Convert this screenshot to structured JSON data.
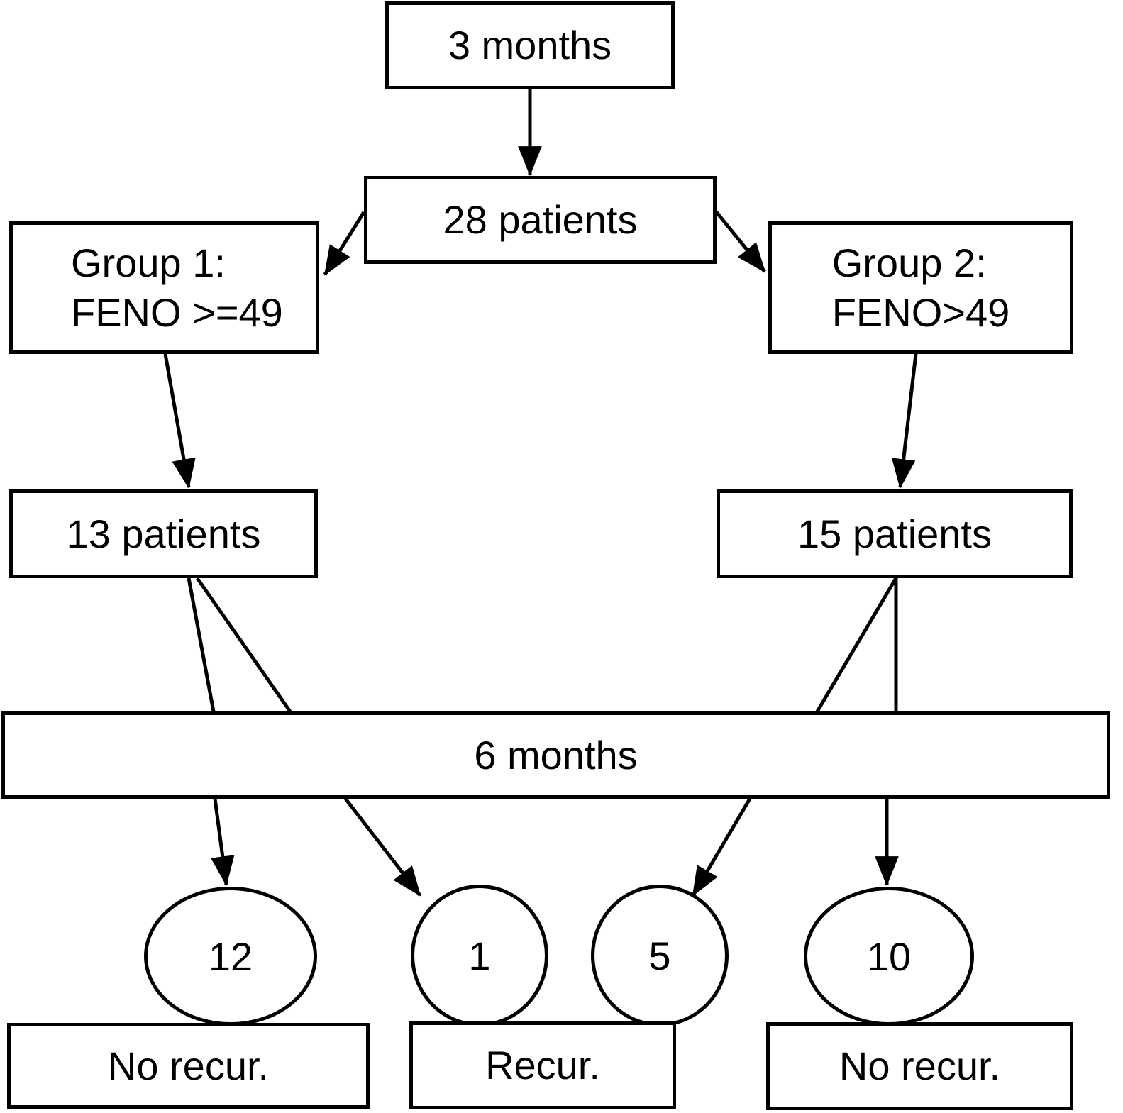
{
  "figure": {
    "type": "flowchart",
    "background": "#ffffff",
    "stroke_color": "#000000"
  },
  "nodes": {
    "three_months": {
      "label": "3 months"
    },
    "patients_28": {
      "label": "28 patients"
    },
    "group1": {
      "line1": "Group 1:",
      "line2": "FENO >=49"
    },
    "group2": {
      "line1": "Group 2:",
      "line2": "FENO>49"
    },
    "patients_13": {
      "label": "13 patients"
    },
    "patients_15": {
      "label": "15 patients"
    },
    "six_months": {
      "label": "6 months"
    },
    "outcome_12": {
      "label": "12"
    },
    "outcome_1": {
      "label": "1"
    },
    "outcome_5": {
      "label": "5"
    },
    "outcome_10": {
      "label": "10"
    },
    "no_recur_left": {
      "label": "No recur."
    },
    "recur": {
      "label": "Recur."
    },
    "no_recur_right": {
      "label": "No recur."
    }
  }
}
